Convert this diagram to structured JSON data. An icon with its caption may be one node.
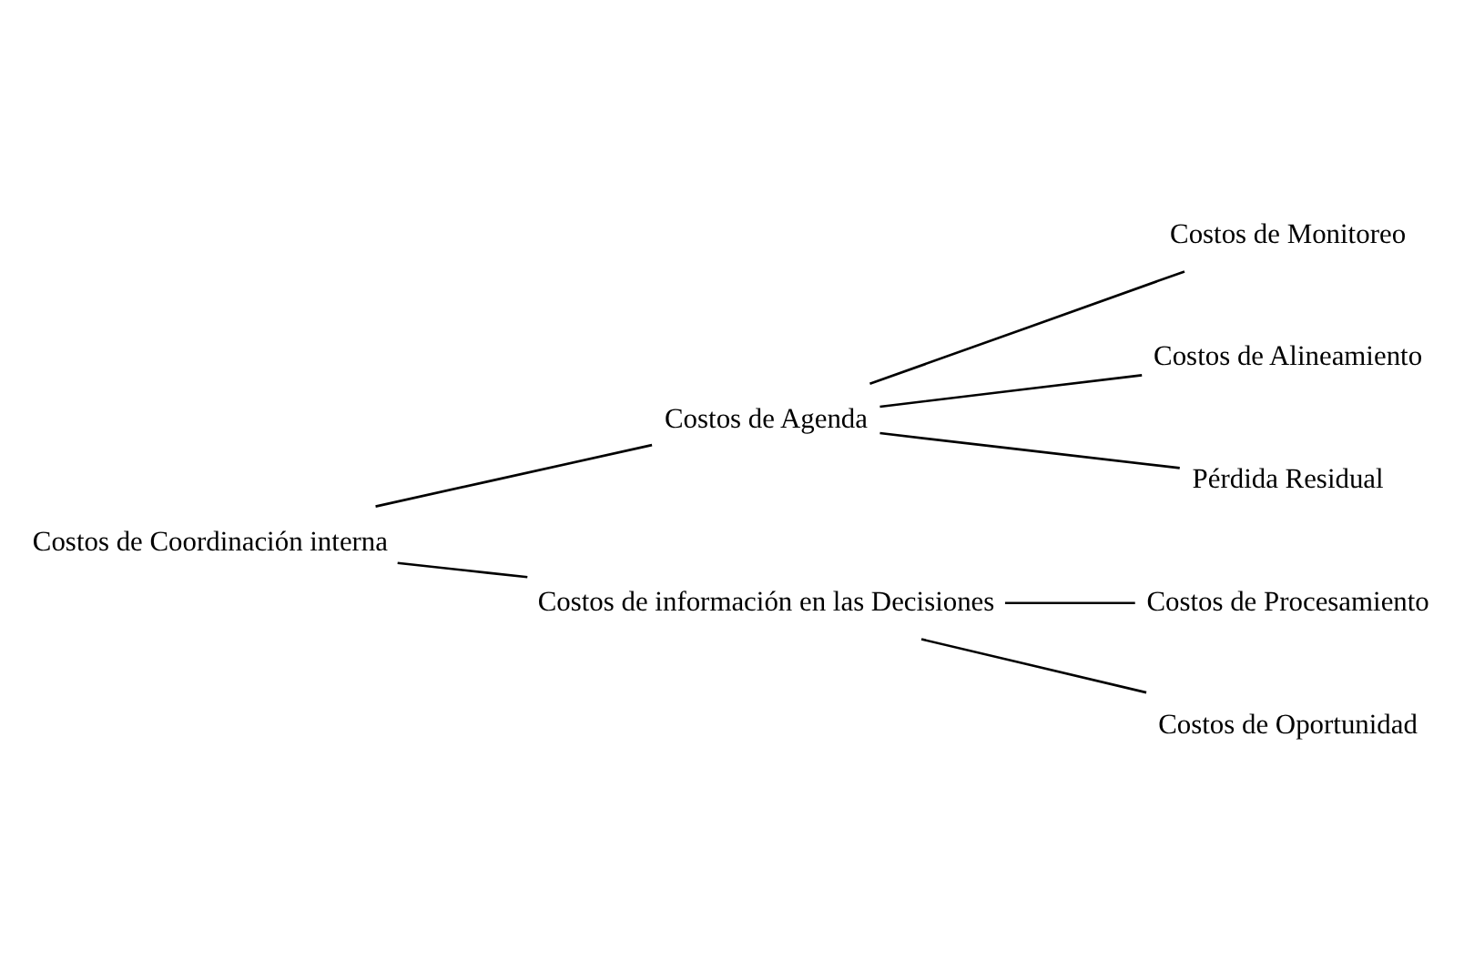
{
  "diagram": {
    "nodes": [
      {
        "text": [
          "Costos de Coordinación interna"
        ]
      },
      {
        "text": [
          "Costos de Agenda"
        ]
      },
      {
        "text": [
          "Costos de información en las Decisiones"
        ]
      },
      {
        "text": [
          "Costos de Monitoreo"
        ]
      },
      {
        "text": [
          "Costos de Alineamiento"
        ]
      },
      {
        "text": [
          "Pérdida Residual"
        ]
      },
      {
        "text": [
          "Costos de Procesamiento"
        ]
      },
      {
        "text": [
          "Costos de Oportunidad"
        ]
      }
    ],
    "edges": [
      {
        "from": 0,
        "to": 1,
        "arrow": "none"
      },
      {
        "from": 0,
        "to": 2,
        "arrow": "none"
      },
      {
        "from": 1,
        "to": 3,
        "arrow": "none"
      },
      {
        "from": 1,
        "to": 4,
        "arrow": "none"
      },
      {
        "from": 1,
        "to": 5,
        "arrow": "none"
      },
      {
        "from": 2,
        "to": 6,
        "arrow": "none"
      },
      {
        "from": 2,
        "to": 7,
        "arrow": "none"
      }
    ]
  }
}
